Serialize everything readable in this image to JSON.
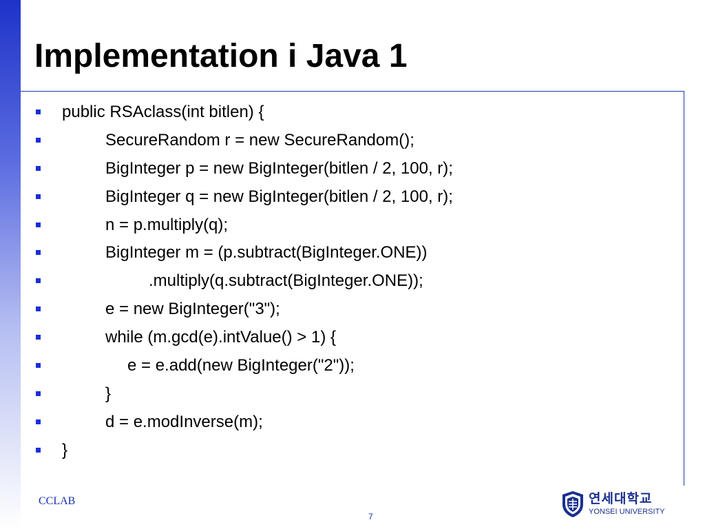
{
  "slide": {
    "title": "Implementation i Java 1",
    "code_lines": [
      "public RSAclass(int bitlen) {",
      "SecureRandom r = new SecureRandom();",
      "BigInteger p = new BigInteger(bitlen / 2, 100, r);",
      "BigInteger q = new BigInteger(bitlen / 2, 100, r);",
      "n = p.multiply(q);",
      "BigInteger m = (p.subtract(BigInteger.ONE))",
      ".multiply(q.subtract(BigInteger.ONE));",
      "e = new BigInteger(\"3\");",
      "while (m.gcd(e).intValue() > 1) {",
      "e = e.add(new BigInteger(\"2\"));",
      "}",
      "d = e.modInverse(m);",
      "}"
    ],
    "footer_left": "CCLAB",
    "page_number": "7",
    "logo_korean": "연세대학교",
    "logo_english": "YONSEI UNIVERSITY"
  },
  "colors": {
    "accent_blue": "#1a2fd8",
    "rule_blue": "#1e3aa8",
    "logo_navy": "#1a2f8f"
  },
  "icons": {
    "bullet": "square-bullet-icon",
    "logo_seal": "university-shield-icon"
  }
}
